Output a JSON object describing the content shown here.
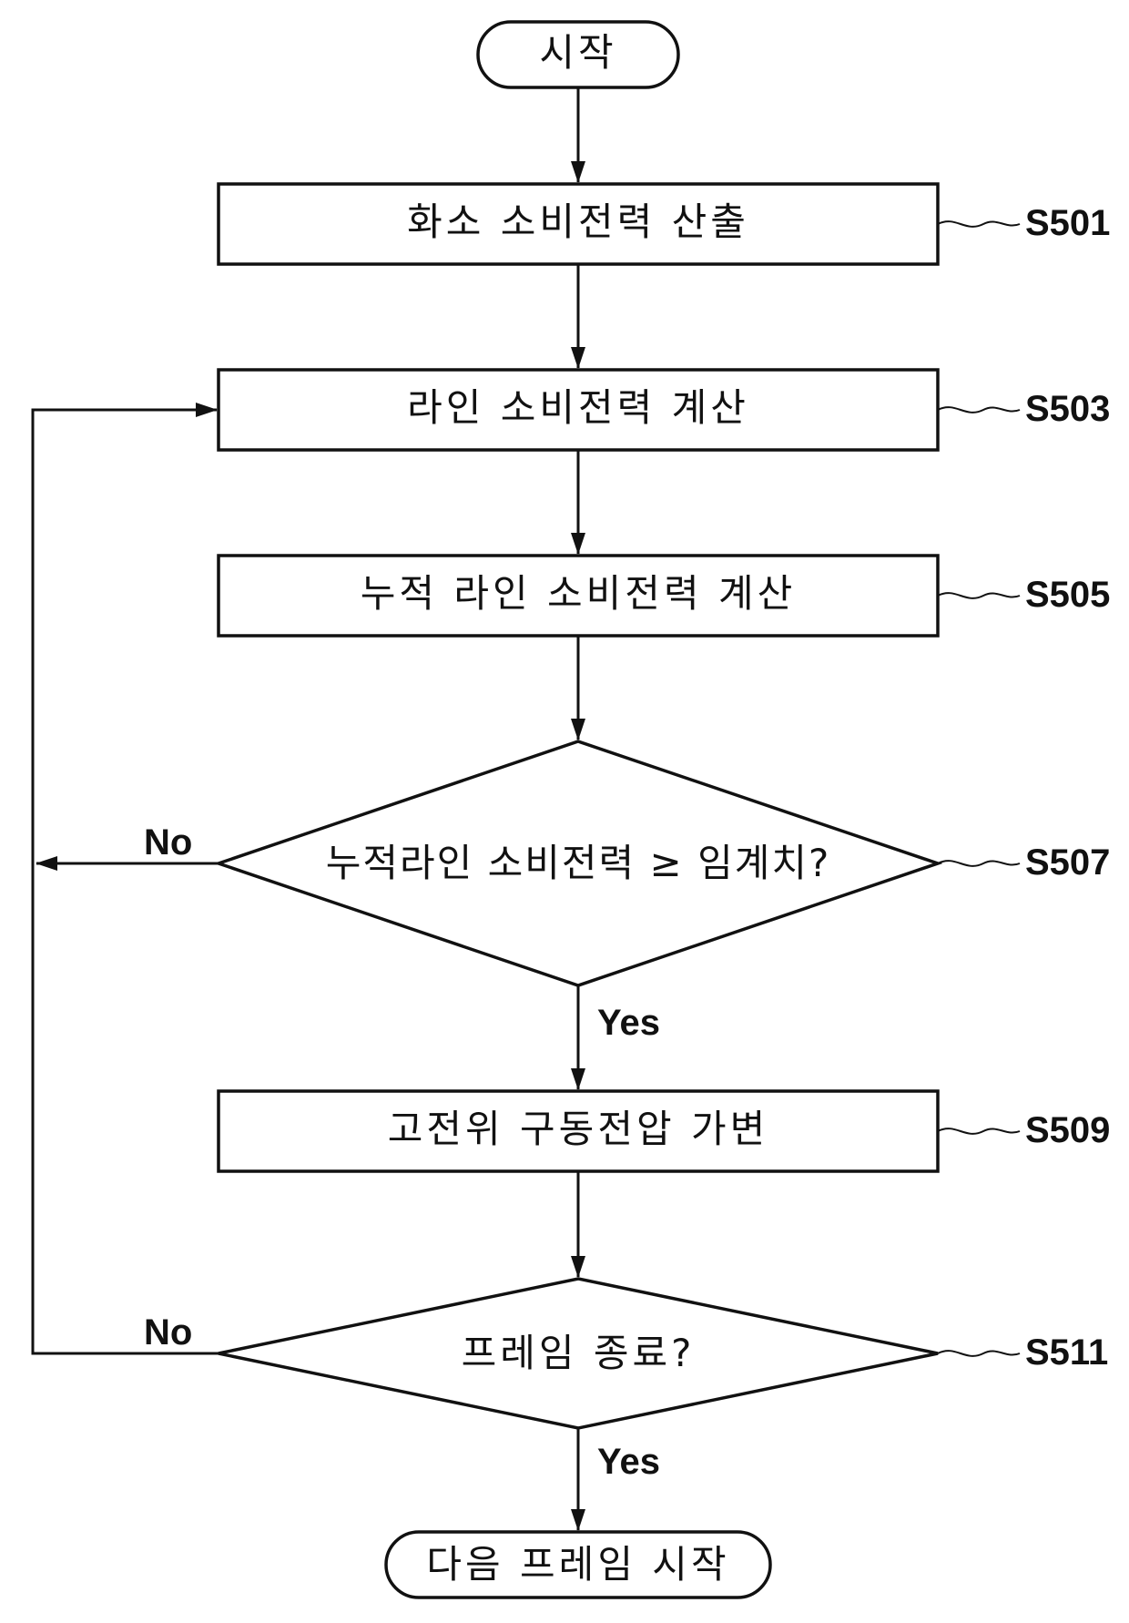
{
  "nodes": {
    "start": "시작",
    "s501": "화소 소비전력 산출",
    "s503": "라인 소비전력 계산",
    "s505": "누적 라인 소비전력 계산",
    "s507": "누적라인 소비전력 ≥ 임계치?",
    "s509": "고전위 구동전압 가변",
    "s511": "프레임 종료?",
    "end": "다음 프레임 시작"
  },
  "refs": {
    "s501": "S501",
    "s503": "S503",
    "s505": "S505",
    "s507": "S507",
    "s509": "S509",
    "s511": "S511"
  },
  "branches": {
    "s507_no": "No",
    "s507_yes": "Yes",
    "s511_no": "No",
    "s511_yes": "Yes"
  }
}
